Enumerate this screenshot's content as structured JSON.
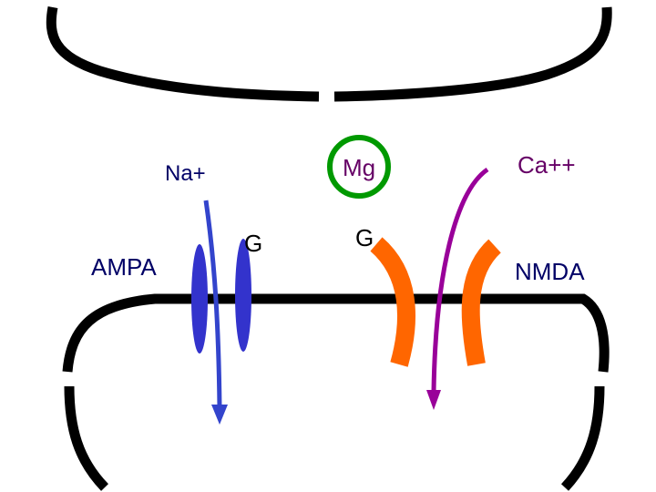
{
  "labels": {
    "na": "Na+",
    "mg": "Mg",
    "ca": "Ca++",
    "ampa": "AMPA",
    "nmda": "NMDA",
    "glutamate_ampa": "G",
    "glutamate_nmda": "G"
  },
  "colors": {
    "membrane": "#000000",
    "ampa_channel": "#3333cc",
    "na_arrow": "#3344cc",
    "nmda_channel": "#ff6600",
    "ca_arrow": "#990099",
    "mg_ring": "#009900",
    "na_text": "#000066",
    "mg_text": "#660066",
    "ca_text": "#660066",
    "ampa_text": "#000066",
    "nmda_text": "#000066",
    "g_text": "#000000"
  }
}
